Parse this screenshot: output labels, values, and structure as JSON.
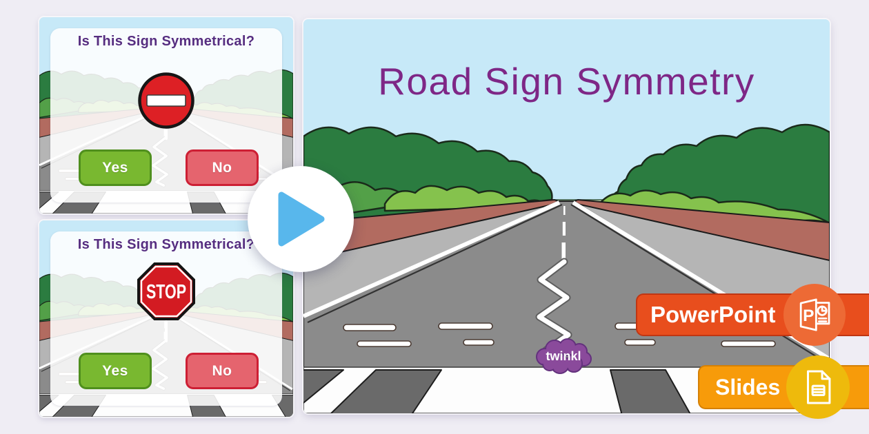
{
  "page": {
    "background": "#efedf4"
  },
  "preview": {
    "play_button": {
      "icon": "play-icon",
      "triangle_color": "#58b7ec"
    }
  },
  "thumbnails": [
    {
      "question": "Is This Sign Symmetrical?",
      "sign": {
        "type": "no-entry-sign"
      },
      "buttons": {
        "yes": "Yes",
        "no": "No"
      }
    },
    {
      "question": "Is This Sign Symmetrical?",
      "sign": {
        "type": "stop-sign",
        "label": "STOP"
      },
      "buttons": {
        "yes": "Yes",
        "no": "No"
      }
    }
  ],
  "main_slide": {
    "title": "Road Sign Symmetry",
    "watermark": "twinkl"
  },
  "format_badges": [
    {
      "label": "PowerPoint",
      "icon": "powerpoint-icon",
      "letter": "P",
      "bar_color": "#e84e1d",
      "circle_color": "#ed6a35"
    },
    {
      "label": "Slides",
      "icon": "google-slides-icon",
      "bar_color": "#f79b0a",
      "circle_color": "#eeba0c"
    }
  ],
  "colors": {
    "title_text": "#7e2786",
    "question_text": "#562d80",
    "yes_fill": "#79b830",
    "yes_border": "#4f8f1d",
    "no_fill": "#e5646e",
    "no_border": "#cd1f34",
    "sign_red": "#dd2025",
    "twinkl_purple": "#8a4a9b",
    "scene": {
      "sky": "#c7e9f8",
      "grass_dark": "#2b7c40",
      "grass_darker": "#1f6f38",
      "grass_mid": "#53a048",
      "grass_light": "#85c24d",
      "road": "#8b8b8b",
      "shoulder": "#b26b60",
      "verge": "#b5b5b5",
      "stripe_dark": "#6a6a6a",
      "crossing_white": "#fdfdfd"
    }
  }
}
